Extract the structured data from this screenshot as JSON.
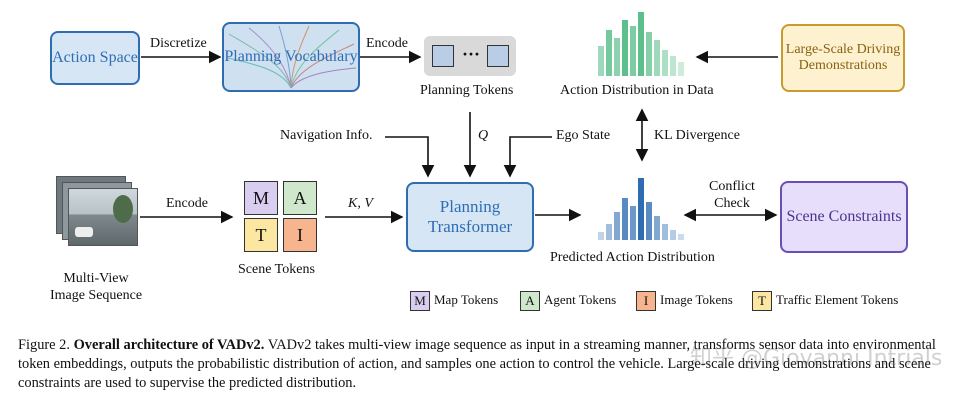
{
  "nodes": {
    "action_space": "Action Space",
    "planning_vocabulary": "Planning Vocabulary",
    "planning_tokens": "Planning Tokens",
    "action_distribution_in_data": "Action Distribution in Data",
    "large_scale_demos": "Large-Scale Driving Demonstrations",
    "planning_transformer": "Planning Transformer",
    "predicted_action_distribution": "Predicted Action Distribution",
    "scene_constraints": "Scene Constraints",
    "multi_view_image_sequence": "Multi-View Image Sequence",
    "scene_tokens": "Scene Tokens"
  },
  "edges": {
    "discretize": "Discretize",
    "encode_top": "Encode",
    "encode_bottom": "Encode",
    "navigation_info": "Navigation Info.",
    "q": "Q",
    "ego_state": "Ego State",
    "kl_divergence": "KL Divergence",
    "kv": "K, V",
    "conflict_check": "Conflict Check"
  },
  "planning_token_dots": "···",
  "scene_token_letters": [
    "M",
    "A",
    "T",
    "I"
  ],
  "legend": [
    {
      "letter": "M",
      "label": "Map Tokens",
      "color": "#d9cdf0"
    },
    {
      "letter": "A",
      "label": "Agent Tokens",
      "color": "#cfe8cc"
    },
    {
      "letter": "I",
      "label": "Image Tokens",
      "color": "#f6b48f"
    },
    {
      "letter": "T",
      "label": "Traffic Element Tokens",
      "color": "#fbe6a2"
    }
  ],
  "caption": {
    "prefix": "Figure 2.",
    "title": "Overall architecture of VADv2.",
    "body": "VADv2 takes multi-view image sequence as input in a streaming manner, transforms sensor data into environmental token embeddings, outputs the probabilistic distribution of action, and samples one action to control the vehicle. Large-scale driving demonstrations and scene constraints are used to supervise the predicted distribution."
  },
  "watermark": "知乎 @Giovanni Intrials",
  "colors": {
    "blue_box": "#d7e6f5",
    "blue_border": "#2f6db3",
    "green_bars": "#5cbf8c",
    "blue_bars": "#2f6db3",
    "demo_box": "#fdf1cf",
    "demo_border": "#c99a2e",
    "constraint_box": "#e6defa",
    "constraint_border": "#6a4fb3"
  }
}
